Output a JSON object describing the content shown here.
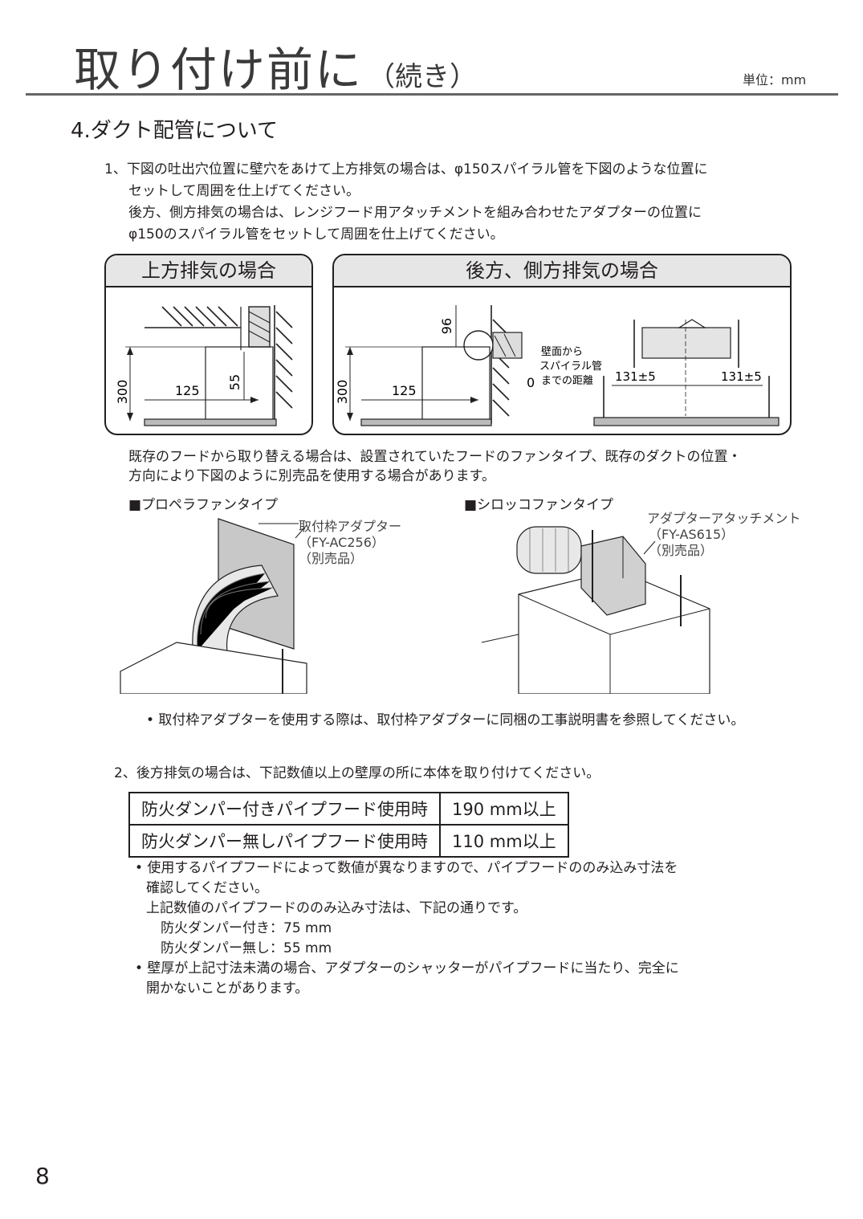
{
  "header": {
    "title": "取り付け前に",
    "title_sub": "（続き）",
    "unit": "単位：mm"
  },
  "section": {
    "heading": "4.ダクト配管について"
  },
  "item1": {
    "lines": [
      "1、下図の吐出穴位置に壁穴をあけて上方排気の場合は、φ150スパイラル管を下図のような位置に",
      "セットして周囲を仕上げてください。",
      "後方、側方排気の場合は、レンジフード用アタッチメントを組み合わせたアダプターの位置に",
      "φ150のスパイラル管をセットして周囲を仕上げてください。"
    ]
  },
  "panel_top": {
    "title": "上方排気の場合",
    "dim_300": "300",
    "dim_125": "125",
    "dim_55": "55"
  },
  "panel_rear": {
    "title": "後方、側方排気の場合",
    "dim_300": "300",
    "dim_125": "125",
    "dim_96": "96",
    "dim_0": "0",
    "note_line1": "壁面から",
    "note_line2": "スパイラル管",
    "note_line3": "までの距離",
    "dim_131_left": "131±5",
    "dim_131_right": "131±5"
  },
  "replace_note": {
    "lines": [
      "既存のフードから取り替える場合は、設置されていたフードのファンタイプ、既存のダクトの位置・",
      "方向により下図のように別売品を使用する場合があります。"
    ]
  },
  "propeller": {
    "label": "■プロペラファンタイプ",
    "callout1": "取付枠アダプター",
    "callout2": "（FY-AC256）",
    "callout3": "（別売品）"
  },
  "sirocco": {
    "label": "■シロッコファンタイプ",
    "callout1": "アダプターアタッチメント",
    "callout2": "（FY-AS615）",
    "callout3": "（別売品）"
  },
  "bullet_adapter": "• 取付枠アダプターを使用する際は、取付枠アダプターに同梱の工事説明書を参照してください。",
  "item2": {
    "heading": "2、後方排気の場合は、下記数値以上の壁厚の所に本体を取り付けてください。",
    "table": [
      {
        "label": "防火ダンパー付きパイプフード使用時",
        "value": "190 mm以上"
      },
      {
        "label": "防火ダンパー無しパイプフード使用時",
        "value": "110 mm以上"
      }
    ]
  },
  "notes": {
    "b1_line1": "• 使用するパイプフードによって数値が異なりますので、パイプフードののみ込み寸法を",
    "b1_line2": "確認してください。",
    "b1_line3": "上記数値のパイプフードののみ込み寸法は、下記の通りです。",
    "b1_line4": "防火ダンパー付き：75 mm",
    "b1_line5": "防火ダンパー無し：55 mm",
    "b2_line1": "• 壁厚が上記寸法未満の場合、アダプターのシャッターがパイプフードに当たり、完全に",
    "b2_line2": "開かないことがあります。"
  },
  "page_number": "8"
}
